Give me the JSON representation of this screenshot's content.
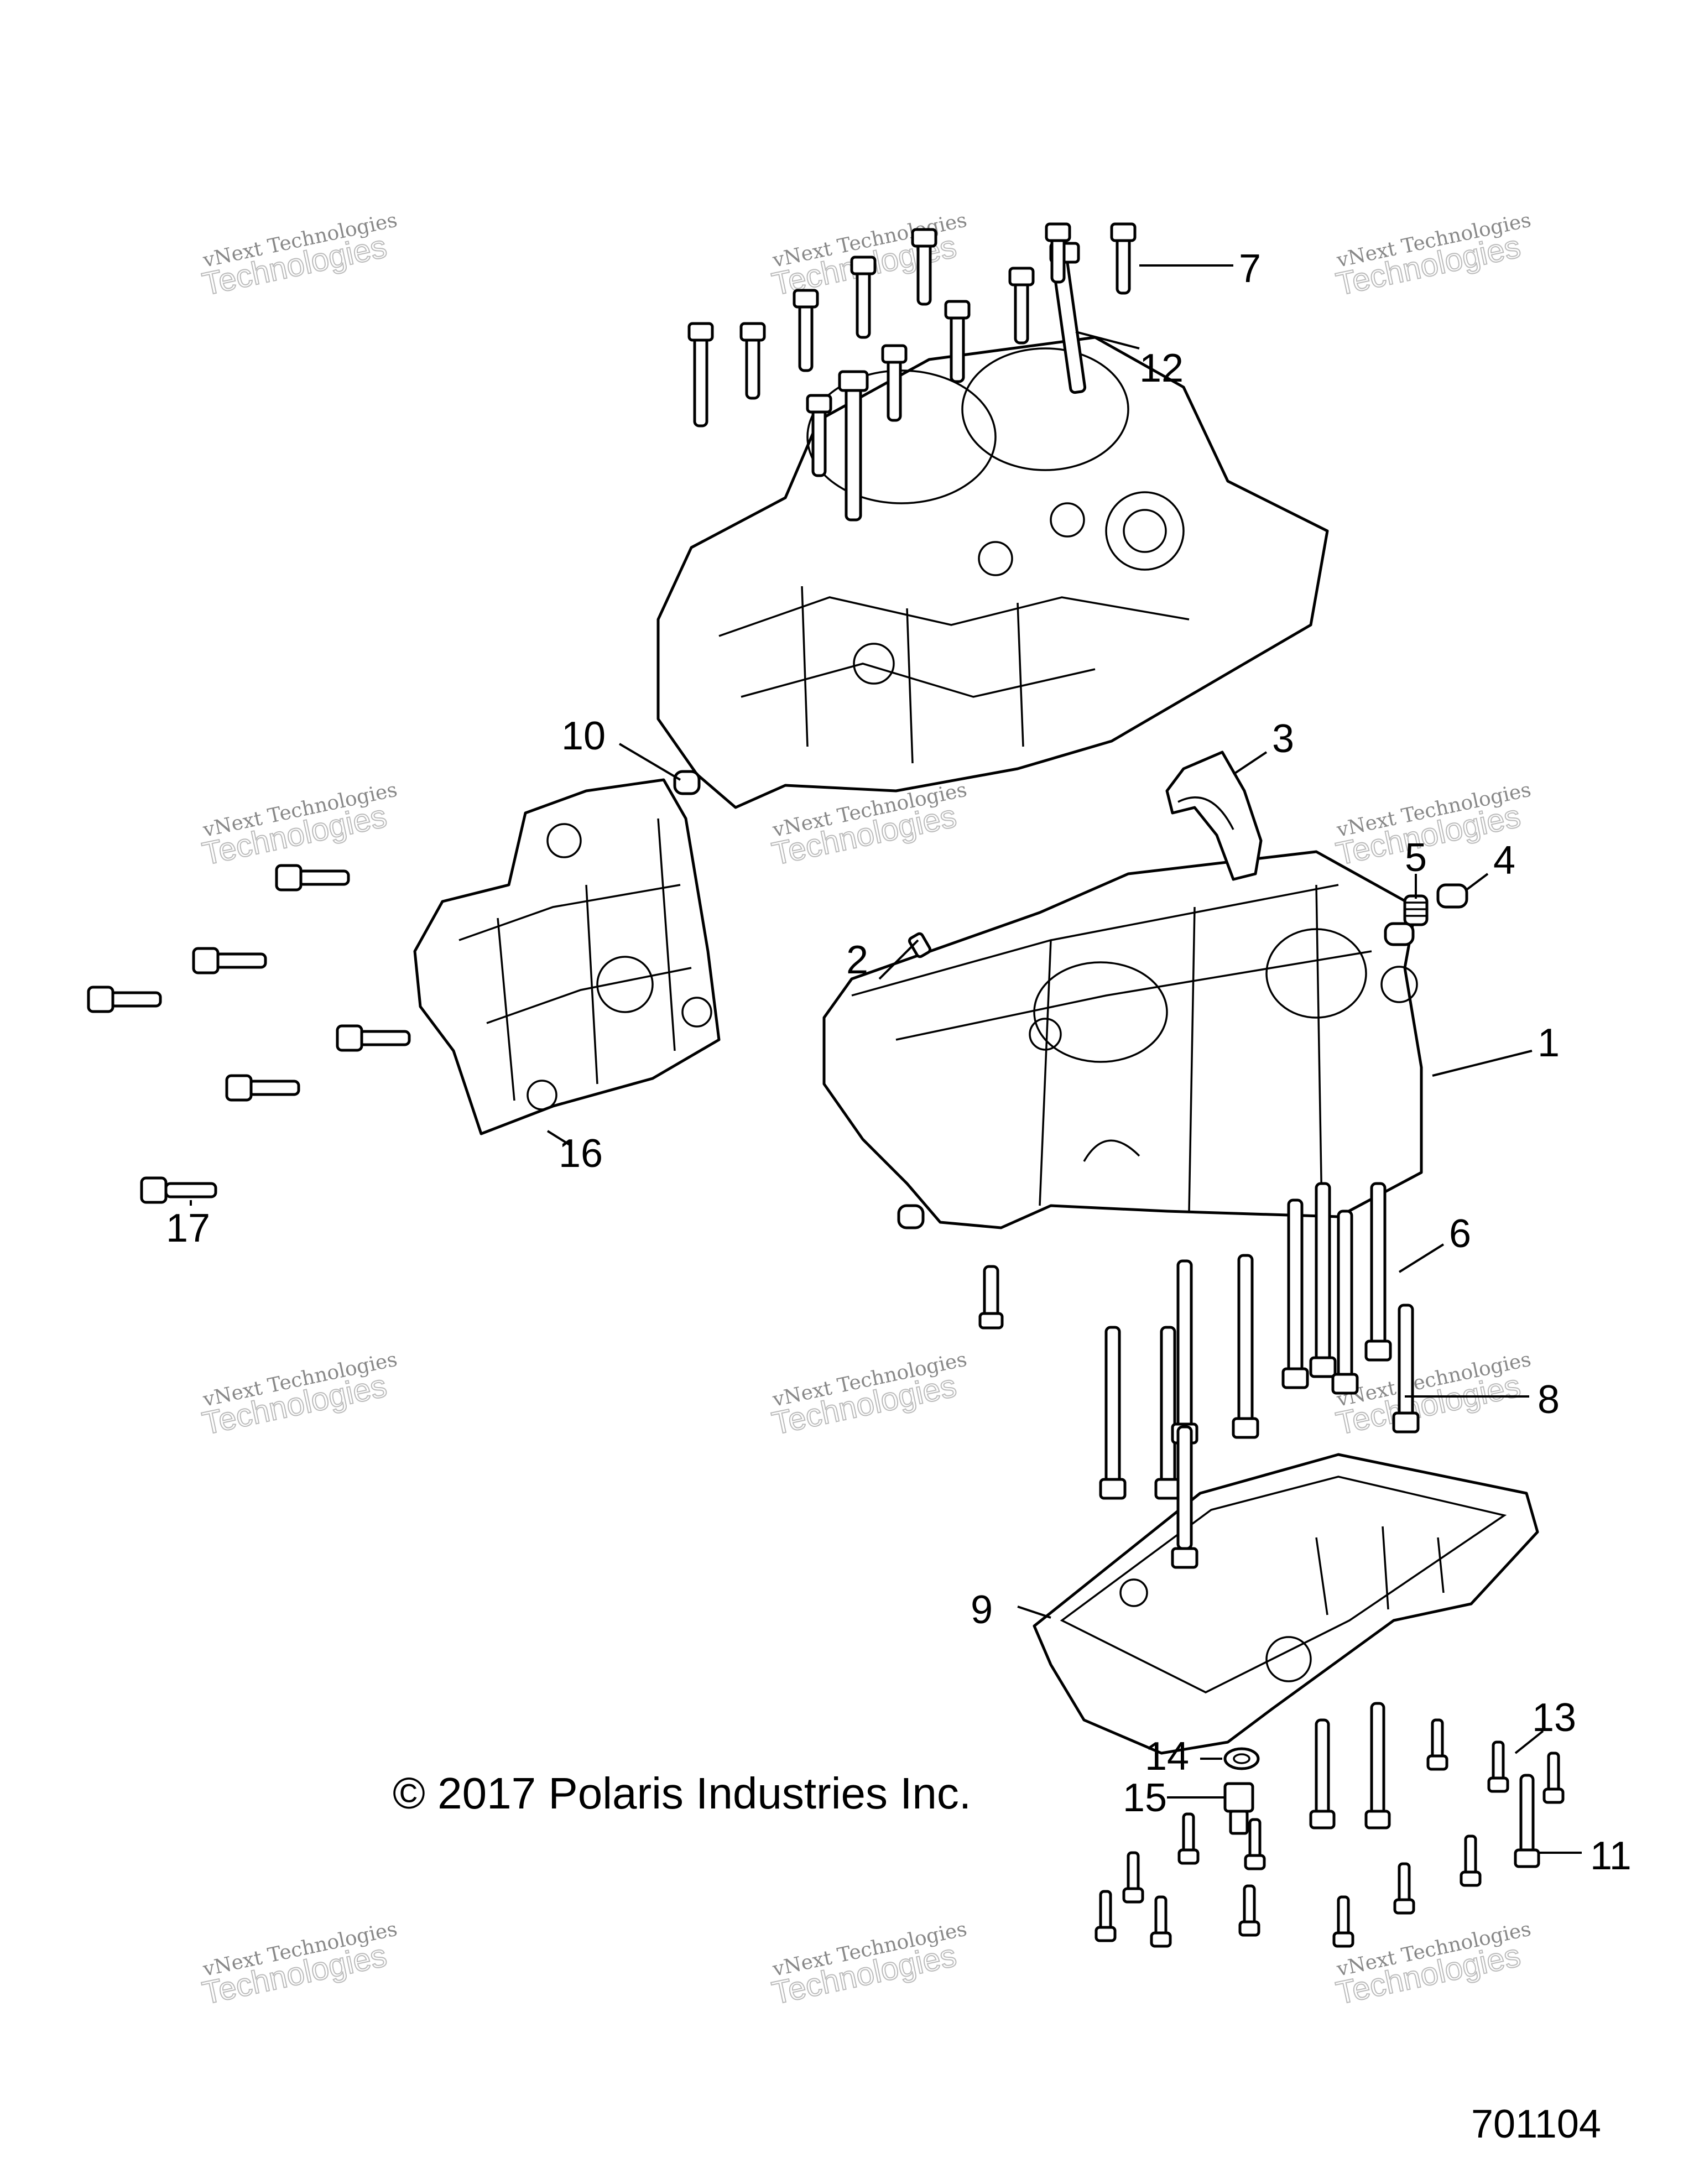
{
  "callouts": {
    "c1": "1",
    "c2": "2",
    "c3": "3",
    "c4": "4",
    "c5": "5",
    "c6": "6",
    "c7": "7",
    "c8": "8",
    "c9": "9",
    "c10": "10",
    "c11": "11",
    "c12": "12",
    "c13": "13",
    "c14": "14",
    "c15": "15",
    "c16": "16",
    "c17": "17"
  },
  "watermark": {
    "company": "vNext Technologies",
    "line1": "vNext",
    "line2": "Technologies"
  },
  "copyright": "© 2017 Polaris Industries Inc.",
  "diagram_id": "701104",
  "colors": {
    "ink": "#000000",
    "watermark": "#888888",
    "background": "#ffffff"
  }
}
